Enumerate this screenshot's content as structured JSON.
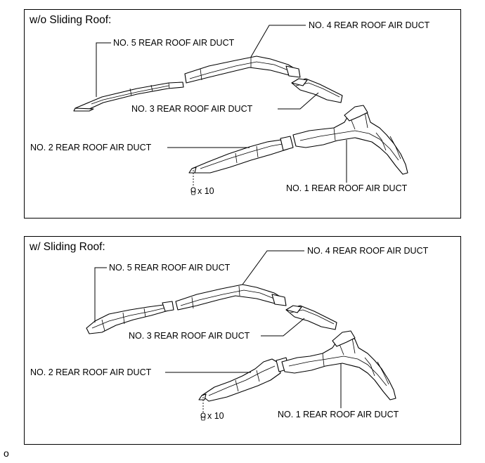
{
  "panels": [
    {
      "title": "w/o Sliding Roof:",
      "labels": {
        "no5": "NO. 5 REAR ROOF AIR DUCT",
        "no4": "NO. 4 REAR ROOF AIR DUCT",
        "no3": "NO. 3 REAR ROOF AIR DUCT",
        "no2": "NO. 2 REAR ROOF AIR DUCT",
        "no1": "NO. 1 REAR ROOF AIR DUCT",
        "clip": "x 10"
      }
    },
    {
      "title": "w/ Sliding Roof:",
      "labels": {
        "no5": "NO. 5 REAR ROOF AIR DUCT",
        "no4": "NO. 4 REAR ROOF AIR DUCT",
        "no3": "NO. 3 REAR ROOF AIR DUCT",
        "no2": "NO. 2 REAR ROOF AIR DUCT",
        "no1": "NO. 1 REAR ROOF AIR DUCT",
        "clip": "x 10"
      }
    }
  ],
  "footer_mark": "o"
}
